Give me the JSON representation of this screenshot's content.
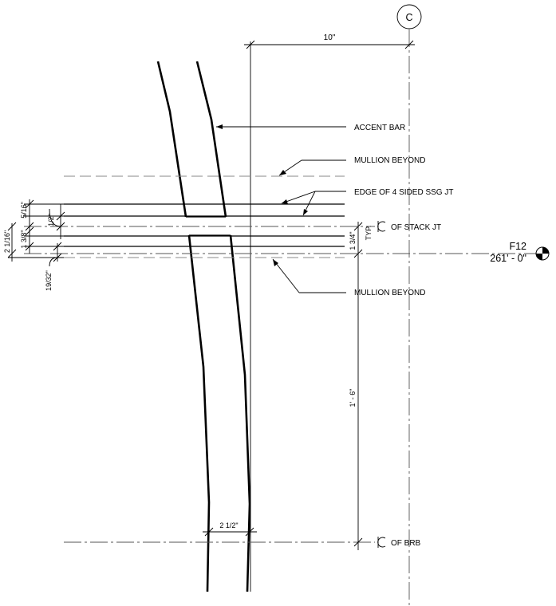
{
  "grid_bubble": {
    "label": "C"
  },
  "dimensions": {
    "top_width": "10\"",
    "bar_width": "2 1/2\"",
    "left_5_16": "5/16\"",
    "left_1_2": "1/2\"",
    "left_1_3_8": "1 3/8\"",
    "left_2_1_16": "2 1/16\"",
    "left_19_32": "19/32\"",
    "right_1_3_4": "1 3/4\"",
    "right_typ": "TYP.",
    "right_1_6": "1' - 6\""
  },
  "callouts": {
    "accent_bar": "ACCENT BAR",
    "mullion_beyond_top": "MULLION BEYOND",
    "edge_ssg": "EDGE OF 4 SIDED SSG JT",
    "stack_jt": "OF STACK JT",
    "mullion_beyond_bottom": "MULLION BEYOND",
    "brb": "OF BRB"
  },
  "level": {
    "name": "F12",
    "elevation": "261' - 0\""
  }
}
